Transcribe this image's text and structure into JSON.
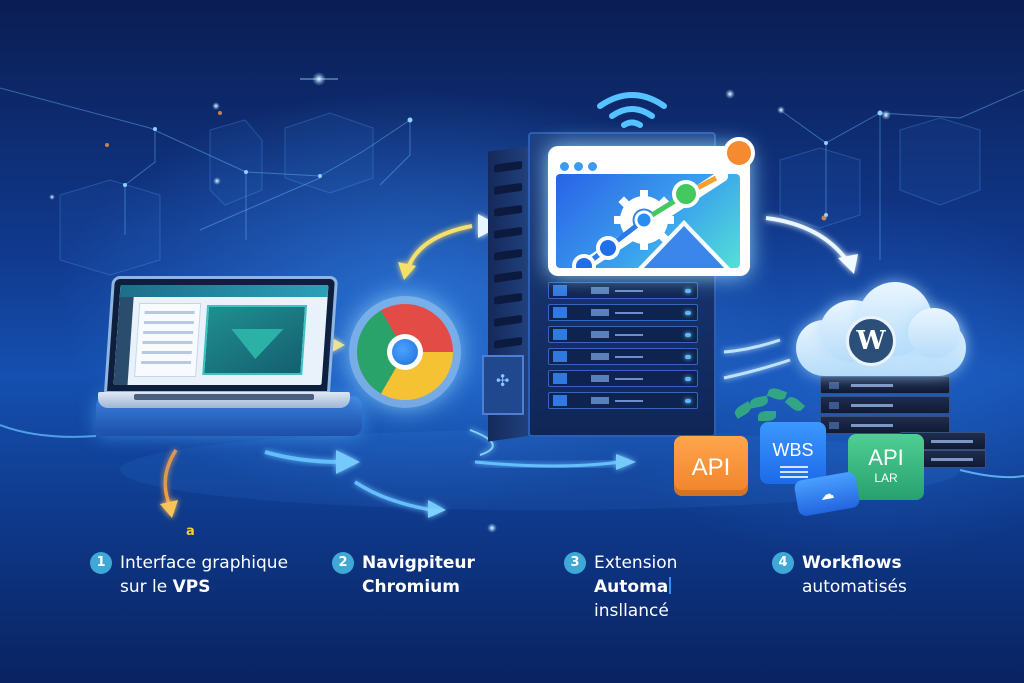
{
  "diagram": {
    "type": "workflow-illustration",
    "theme_colors": {
      "background_dark": "#0b1d52",
      "background_mid": "#1550b0",
      "glow": "#5ab4ff",
      "step_badge": "#3fa8d6",
      "arrow_yellow": "#f6e06a",
      "arrow_orange": "#f39a3c",
      "api_orange": "#f08229",
      "api_blue": "#1d6ae8",
      "api_green": "#27a06e"
    },
    "illustration": {
      "laptop": {
        "label": "laptop-with-gui"
      },
      "browser": {
        "icon": "chromium-icon"
      },
      "server": {
        "label": "vps-server-tower",
        "drive_count": 6
      },
      "automation_window": {
        "icon": "gear-workflow-icon",
        "node_colors": [
          "#1e6fe8",
          "#2a8cf0",
          "#43c95e",
          "#f58a30"
        ]
      },
      "cloud": {
        "icon": "wordpress-icon",
        "letter": "W"
      },
      "blocks": [
        {
          "label": "API",
          "sub": "",
          "color": "#f08229"
        },
        {
          "label": "WBS",
          "sub": "",
          "color": "#1d6ae8"
        },
        {
          "label": "API",
          "sub": "LAR",
          "color": "#27a06e"
        },
        {
          "label": "☁",
          "sub": "",
          "color": "#2265e0"
        }
      ],
      "stray_glyph": "a"
    },
    "steps": [
      {
        "number": "1",
        "line1": "Interface graphique",
        "line2_prefix": "sur le ",
        "line2_bold": "VPS"
      },
      {
        "number": "2",
        "line1": "Navigpiteur",
        "line2": "Chromium"
      },
      {
        "number": "3",
        "line1": "Extension",
        "line2": "Automa",
        "line3": "insllancé"
      },
      {
        "number": "4",
        "line1": "Workflows",
        "line2": "automatisés"
      }
    ]
  }
}
